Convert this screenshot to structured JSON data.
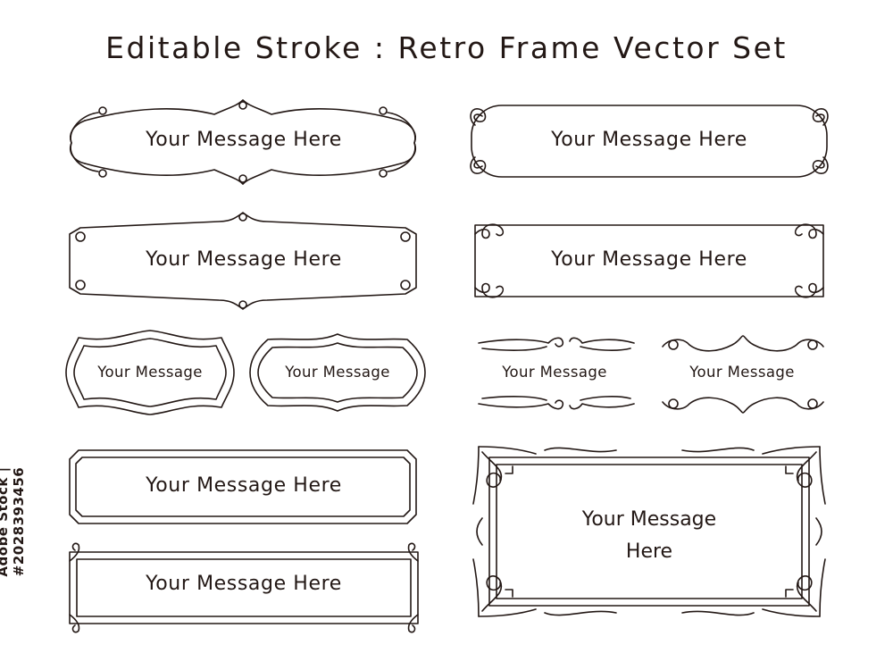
{
  "title": "Editable Stroke : Retro Frame Vector Set",
  "frames": [
    {
      "id": "frame-1",
      "text": "Your Message Here"
    },
    {
      "id": "frame-2",
      "text": "Your Message Here"
    },
    {
      "id": "frame-3",
      "text": "Your Message"
    },
    {
      "id": "frame-4",
      "text": "Your Message"
    },
    {
      "id": "frame-5",
      "text": "Your Message Here"
    },
    {
      "id": "frame-6",
      "text": "Your Message Here"
    },
    {
      "id": "frame-7",
      "text": "Your Message Here"
    },
    {
      "id": "frame-8",
      "text": "Your Message Here"
    },
    {
      "id": "frame-9",
      "text": "Your Message"
    },
    {
      "id": "frame-10",
      "text": "Your Message"
    },
    {
      "id": "frame-11",
      "text": "Your Message\nHere"
    }
  ],
  "stock_id": "Adobe Stock | #202839345​6",
  "stroke_color": "#231815"
}
